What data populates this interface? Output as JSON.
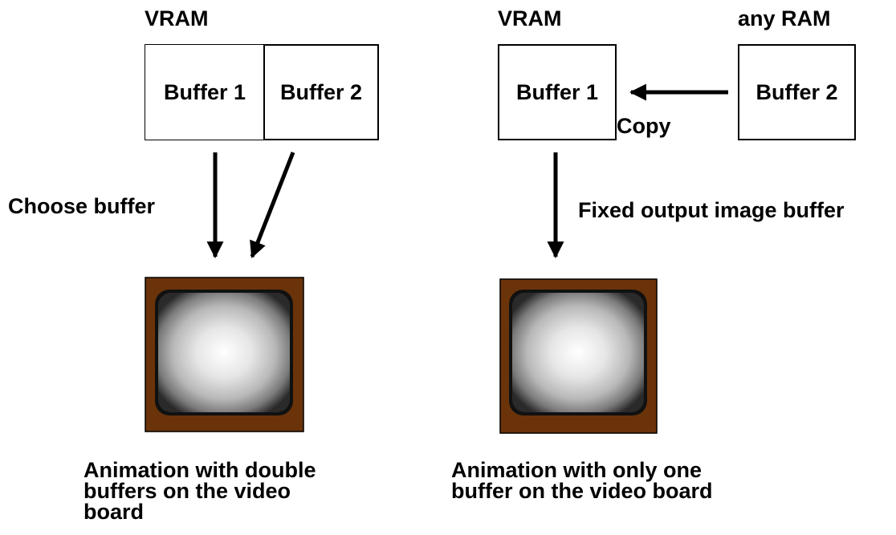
{
  "left": {
    "memory_label": "VRAM",
    "buffer1": "Buffer 1",
    "buffer2": "Buffer 2",
    "arrow_label": "Choose buffer",
    "caption": "Animation with double\nbuffers on the video\nboard"
  },
  "right": {
    "memory_label_vram": "VRAM",
    "memory_label_any": "any RAM",
    "buffer1": "Buffer 1",
    "buffer2": "Buffer 2",
    "copy_label": "Copy",
    "arrow_label": "Fixed output image buffer",
    "caption": "Animation with only one\nbuffer on the video board"
  },
  "colors": {
    "monitor_frame": "#6b3309",
    "screen_center": "#ffffff",
    "screen_edge": "#2a2a2a"
  }
}
